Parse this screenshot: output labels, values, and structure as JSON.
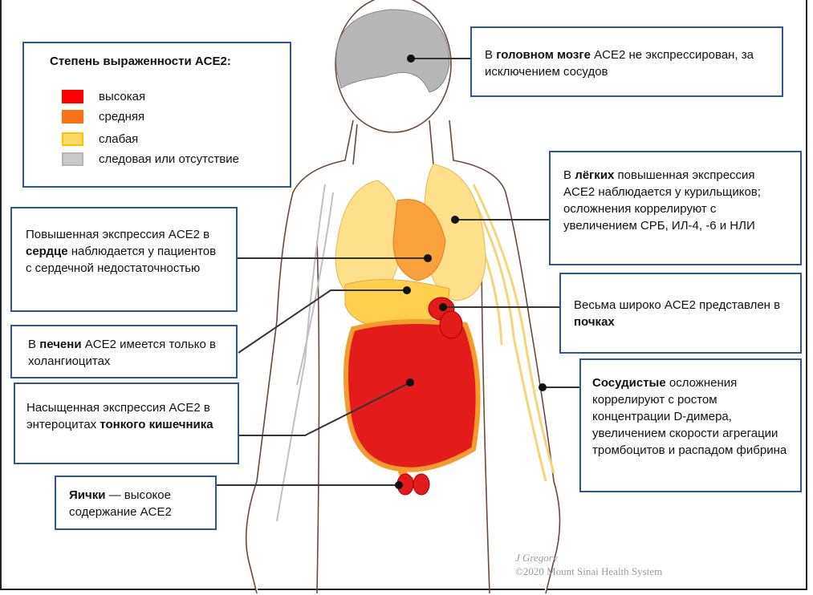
{
  "legend": {
    "title": "Степень выраженности ACE2:",
    "items": [
      {
        "label": "высокая",
        "color": "#ff0000"
      },
      {
        "label": "средняя",
        "color": "#f97316"
      },
      {
        "label": "слабая",
        "color": "#ffd966"
      },
      {
        "label": "следовая или отсутствие",
        "color": "#c9c9cc"
      }
    ]
  },
  "callouts": {
    "brain": {
      "pre": "В ",
      "bold": "головном мозге",
      "post": " ACE2 не экспрессирован, за исключением сосудов"
    },
    "lungs": {
      "pre": "В ",
      "bold": "лёгких",
      "post": " повышенная экспрессия ACE2 наблюдается у курильщиков; осложнения коррелируют с увеличением СРБ, ИЛ-4, -6 и НЛИ"
    },
    "heart": {
      "pre": "Повышенная экспрессия ACE2 в ",
      "bold": "сердце",
      "post": " наблюдается у пациентов с сердечной недостаточностью"
    },
    "kidneys": {
      "pre": "Весьма широко ACE2 представлен в ",
      "bold": "почках",
      "post": ""
    },
    "liver": {
      "pre": "В ",
      "bold": "печени",
      "post": " ACE2 имеется только в холангиоцитах"
    },
    "intestine": {
      "pre": "Насыщенная экспрессия ACE2 в энтероцитах ",
      "bold": "тонкого кишечника",
      "post": ""
    },
    "vascular": {
      "pre": "",
      "bold": "Сосудистые",
      "post": " осложнения коррелируют с ростом концентрации D-димера, увеличением скорости агрегации тромбоцитов и распадом фибрина"
    },
    "testes": {
      "pre": "",
      "bold": "Яички",
      "post": " — высокое содержание ACE2"
    }
  },
  "credit": {
    "author": "J Gregory",
    "copyright": "©2020 Mount Sinai Health System"
  }
}
